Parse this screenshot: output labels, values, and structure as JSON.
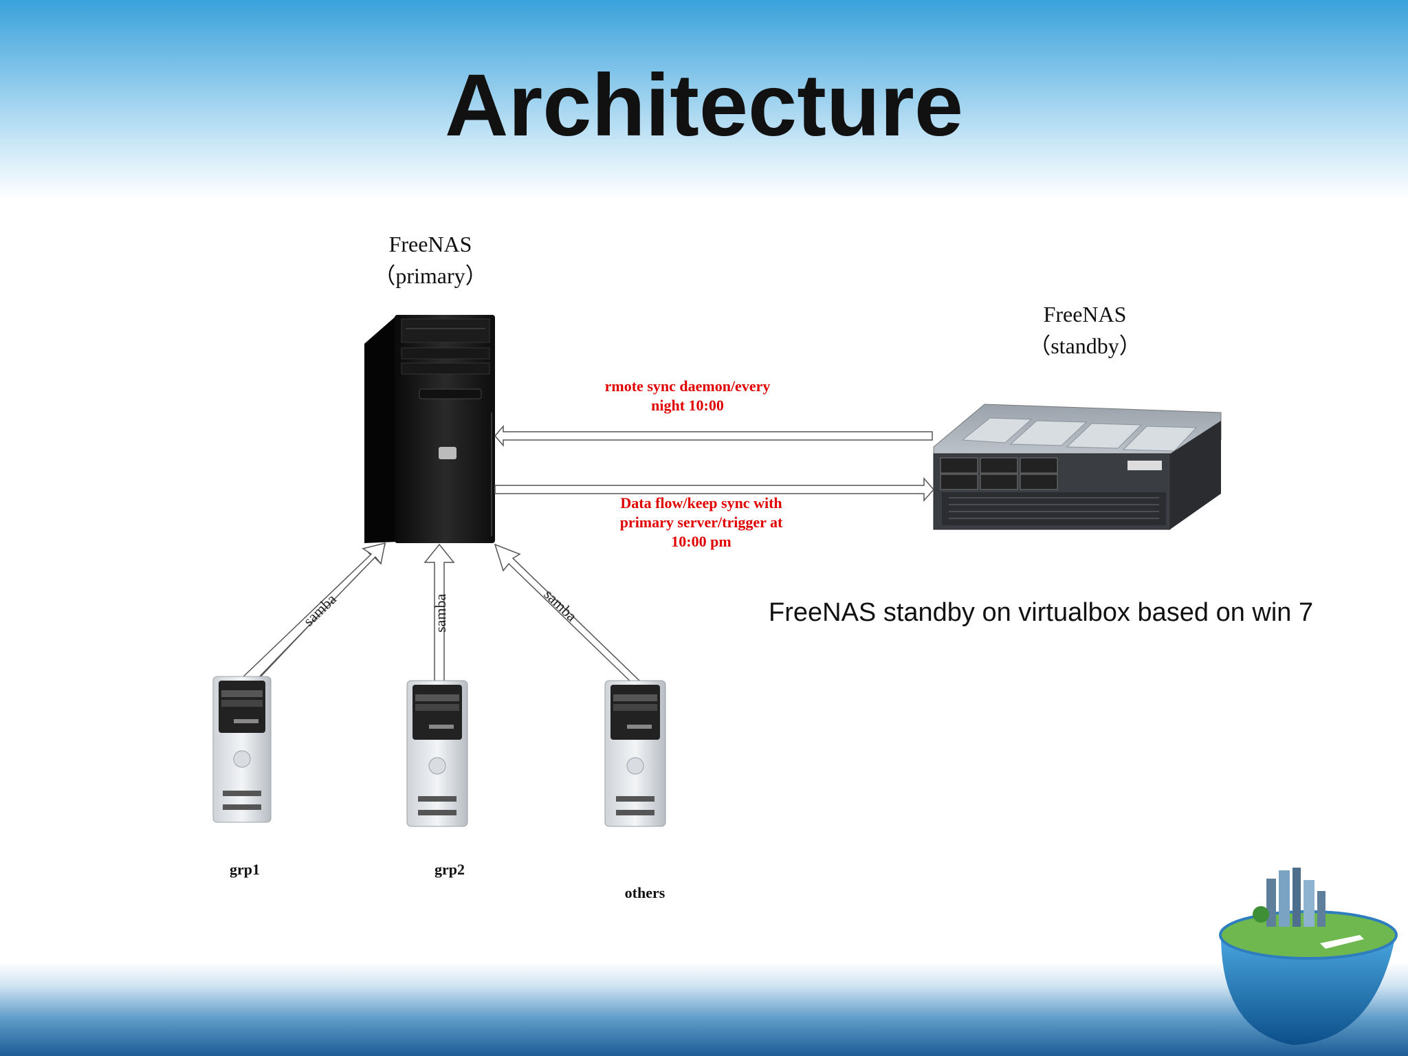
{
  "slide": {
    "title": "Architecture"
  },
  "primary": {
    "name": "FreeNAS",
    "role": "（primary）"
  },
  "standby": {
    "name": "FreeNAS",
    "role": "（standby）",
    "note": "FreeNAS standby on virtualbox based on win 7"
  },
  "links": {
    "rsync_line1": "rmote sync daemon/every",
    "rsync_line2": "night 10:00",
    "dataflow_line1": "Data flow/keep sync with",
    "dataflow_line2": "primary server/trigger at",
    "dataflow_line3": "10:00 pm",
    "samba_left": "samba",
    "samba_mid": "samba",
    "samba_right": "samba"
  },
  "clients": [
    {
      "label": "grp1"
    },
    {
      "label": "grp2"
    },
    {
      "label": "others"
    }
  ],
  "colors": {
    "annotation_red": "#e00000",
    "header_blue": "#3aa2da",
    "footer_blue": "#1d5d95"
  }
}
